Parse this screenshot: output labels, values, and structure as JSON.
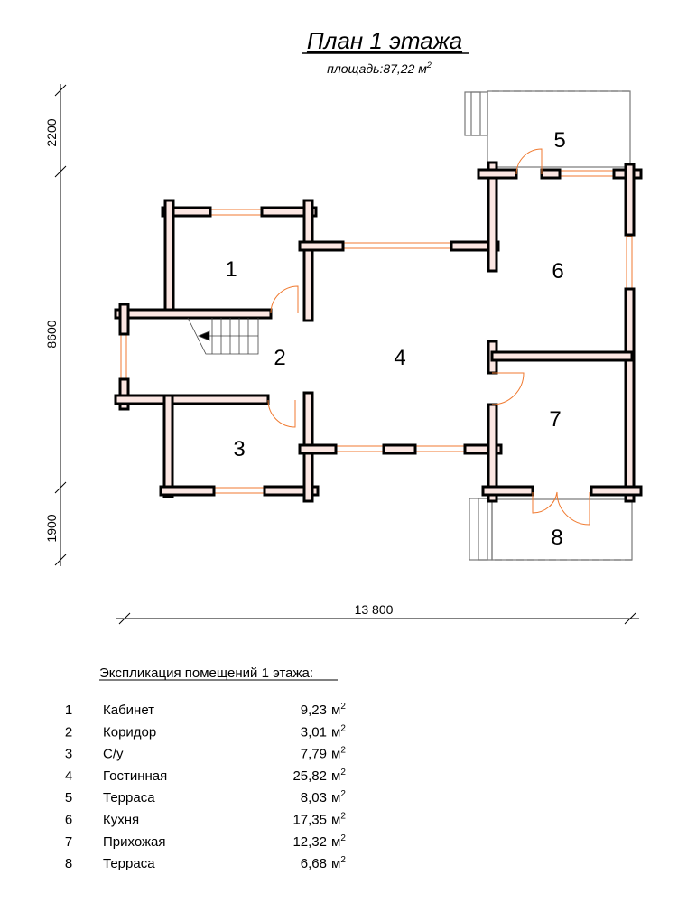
{
  "title": "План 1 этажа",
  "area_label": "площадь:87,22 м",
  "area_sup": "2",
  "rooms": [
    "1",
    "2",
    "3",
    "4",
    "5",
    "6",
    "7",
    "8"
  ],
  "dimensions": {
    "top": "2200",
    "middle": "8600",
    "bottom": "1900",
    "width": "13 800"
  },
  "explication": {
    "title": "Экспликация помещений 1 этажа:",
    "unit": "м",
    "unit_sup": "2",
    "rows": [
      {
        "n": "1",
        "name": "Кабинет",
        "area": "9,23"
      },
      {
        "n": "2",
        "name": "Коридор",
        "area": "3,01"
      },
      {
        "n": "3",
        "name": "С/у",
        "area": "7,79"
      },
      {
        "n": "4",
        "name": "Гостинная",
        "area": "25,82"
      },
      {
        "n": "5",
        "name": "Терраса",
        "area": "8,03"
      },
      {
        "n": "6",
        "name": "Кухня",
        "area": "17,35"
      },
      {
        "n": "7",
        "name": "Прихожая",
        "area": "12,32"
      },
      {
        "n": "8",
        "name": "Терраса",
        "area": "6,68"
      }
    ]
  }
}
